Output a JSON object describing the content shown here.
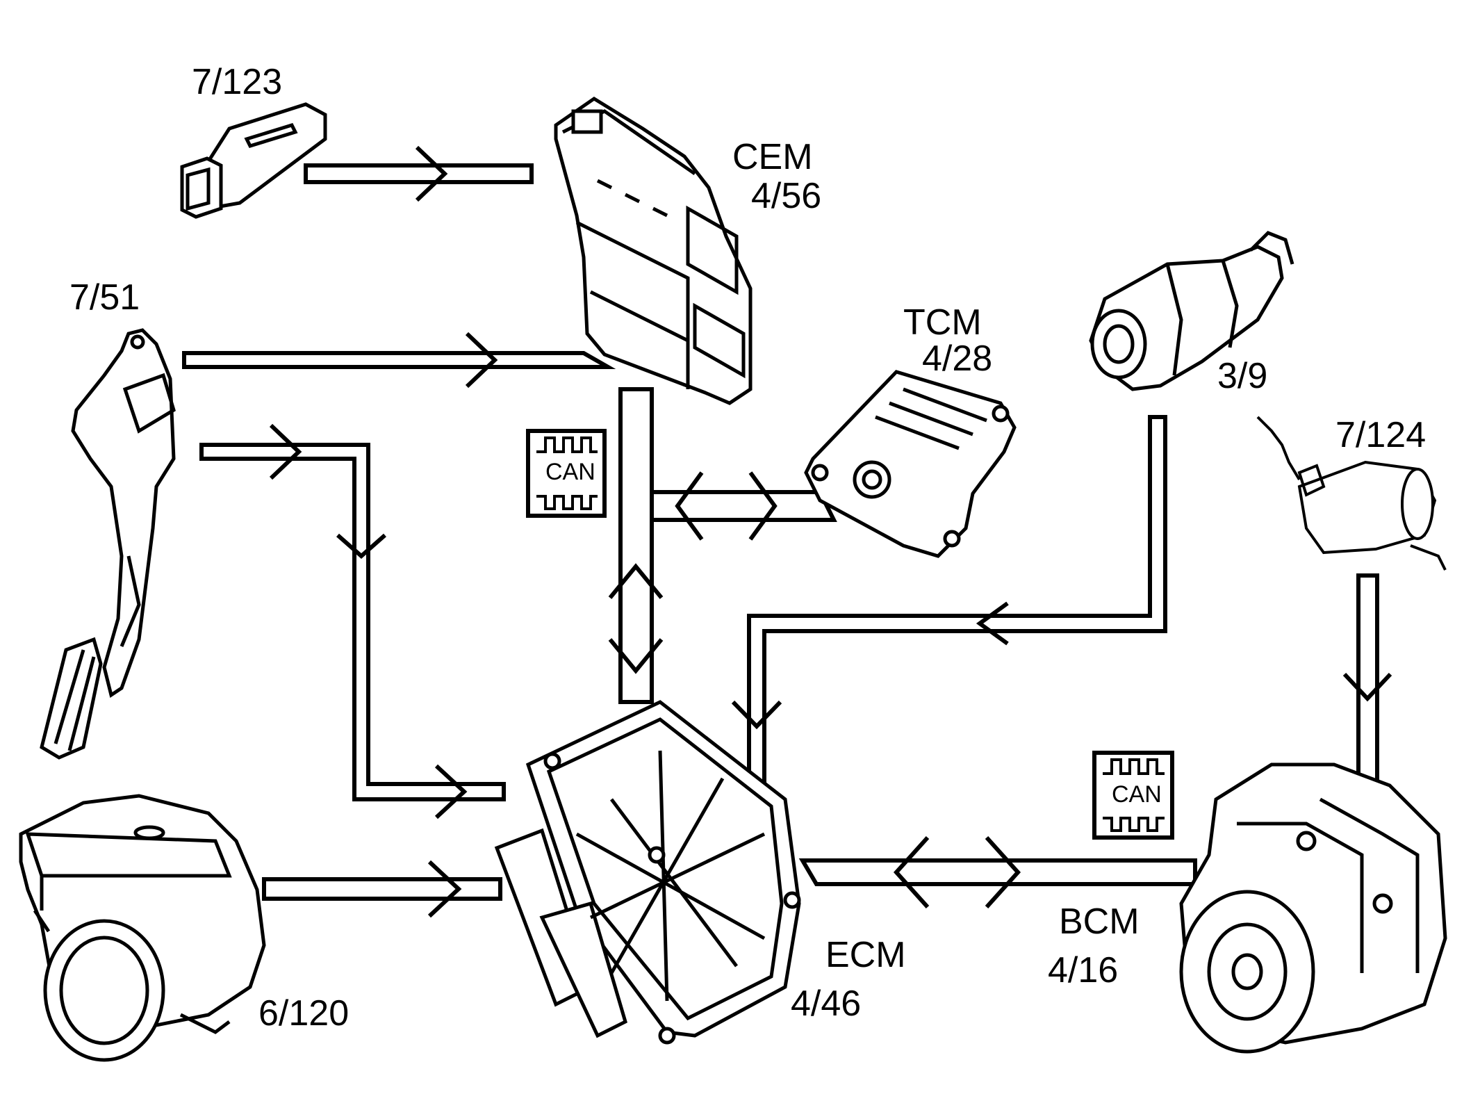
{
  "components": {
    "sensor_7_123": {
      "id": "7/123"
    },
    "cem": {
      "name": "CEM",
      "id": "4/56"
    },
    "pedal": {
      "id": "7/51"
    },
    "tcm": {
      "name": "TCM",
      "id": "4/28"
    },
    "ignition": {
      "id": "3/9"
    },
    "sensor_7_124": {
      "id": "7/124"
    },
    "ecm": {
      "name": "ECM",
      "id": "4/46"
    },
    "bcm": {
      "name": "BCM",
      "id": "4/16"
    },
    "throttle": {
      "id": "6/120"
    }
  },
  "can_badge": {
    "label": "CAN"
  },
  "colors": {
    "line": "#000000",
    "background": "#ffffff"
  }
}
